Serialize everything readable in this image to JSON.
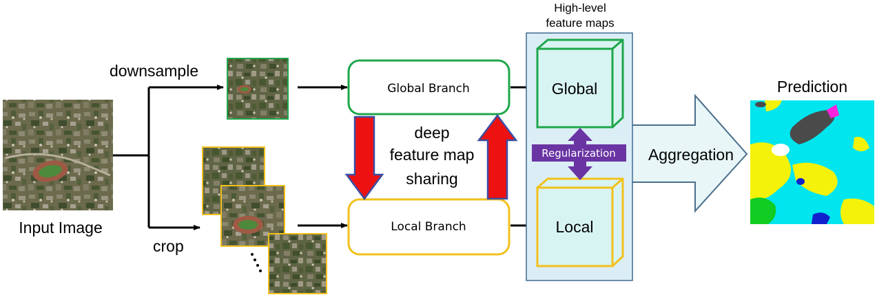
{
  "labels": {
    "input_image": "Input Image",
    "downsample": "downsample",
    "crop": "crop",
    "global_branch": "Global Branch",
    "local_branch": "Local Branch",
    "sharing_line1": "deep",
    "sharing_line2": "feature map",
    "sharing_line3": "sharing",
    "feature_maps_line1": "High-level",
    "feature_maps_line2": "feature maps",
    "global_cube": "Global",
    "local_cube": "Local",
    "regularization": "Regularization",
    "aggregation": "Aggregation",
    "prediction": "Prediction"
  },
  "colors": {
    "global_green": "#1fa64b",
    "local_yellow": "#f2c01b",
    "feature_panel_fill": "#dbeef6",
    "feature_panel_border": "#3d6a8f",
    "cube_fill": "#d8f4f2",
    "sharing_arrow_fill": "#ee1111",
    "sharing_arrow_border": "#3b4ea3",
    "regularization_purple": "#6a34a3",
    "aggregation_arrow_fill": "#e8f6f8",
    "aggregation_arrow_border": "#4a6e8a",
    "prediction_cyan": "#00e5ee",
    "prediction_yellow": "#f4f20a"
  }
}
